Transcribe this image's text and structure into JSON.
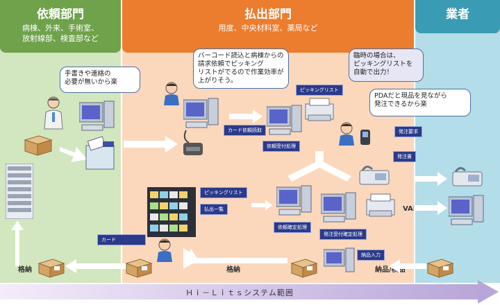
{
  "columns": {
    "requesting": {
      "title": "依頼部門",
      "subtitle": [
        "病棟、外来、手術室、",
        "放射線部、検査部など"
      ]
    },
    "dispensing": {
      "title": "払出部門",
      "subtitle": "用度、中央材料室、薬局など"
    },
    "vendor": {
      "title": "業者"
    }
  },
  "bubbles": {
    "handwriting": [
      "手書きや連絡の",
      "必要が無いから楽"
    ],
    "barcode": [
      "バーコード読込と病棟からの",
      "請求依頼でピッキング",
      "リストがでるので作業効率が",
      "上がりそう。"
    ],
    "urgent": [
      "臨時の場合は、",
      "ピッキングリストを",
      "自動で出力！"
    ],
    "pda": [
      "PDAだと現品を見ながら",
      "発注できるから楽"
    ]
  },
  "tags": {
    "picking_list_top": "ピッキングリスト",
    "card_request_read": "カード依頼読取",
    "request_accept": "依頼受付処理",
    "order_request": "発注要求",
    "order_form": "発注書",
    "picking_list_mid": "ピッキングリスト",
    "dispense_list": "払出一覧",
    "request_confirm": "依頼確定処理",
    "order_accept_confirm": "発注受付確定処理",
    "delivery_input": "納品入力",
    "card": "カード"
  },
  "flow_labels": {
    "van": "VAN",
    "storage_left": "格納",
    "storage_mid": "格納",
    "delivery_inspection": "納品/検品"
  },
  "footer": {
    "system_scope": "Ｈｉ－Ｌｉｔｓシステム範囲"
  }
}
